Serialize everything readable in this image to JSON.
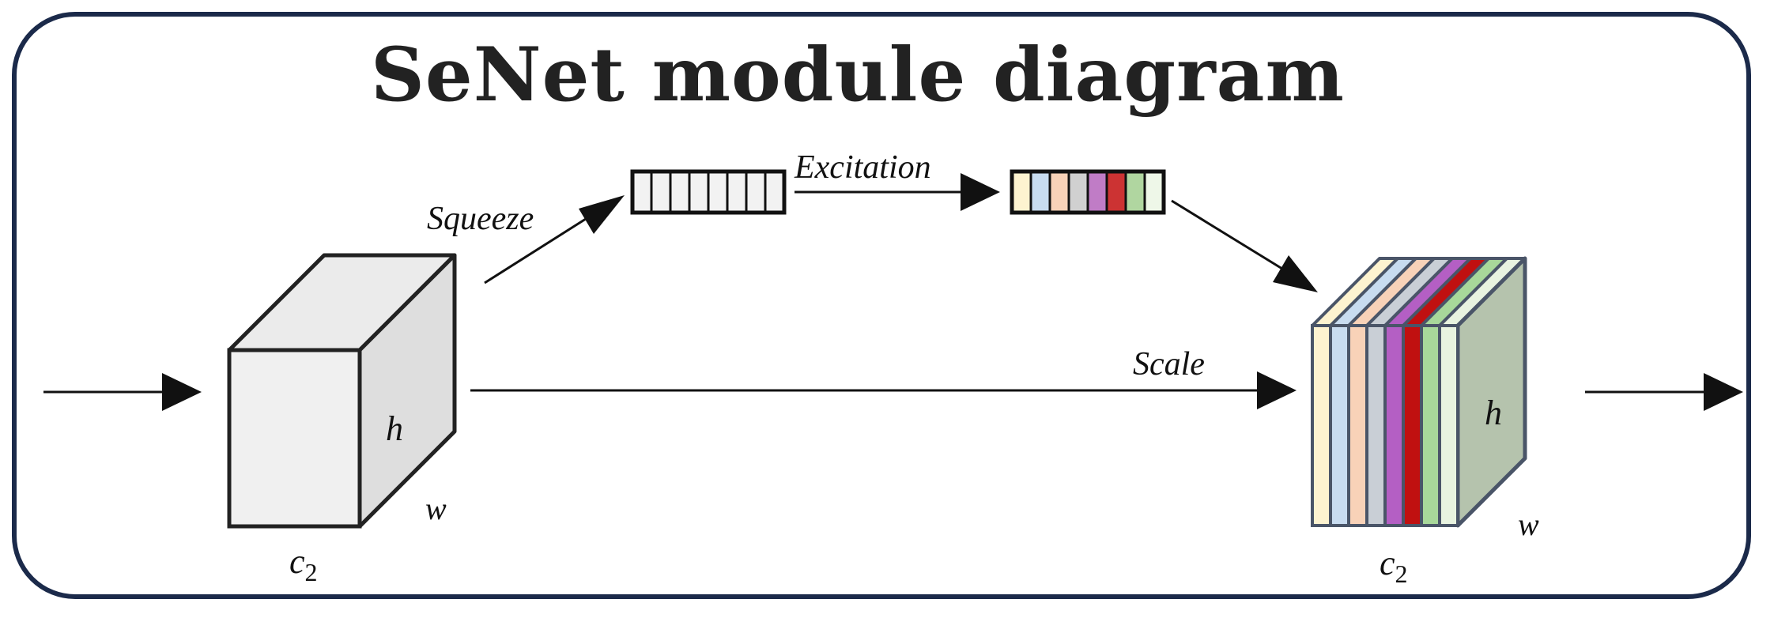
{
  "title": "SeNet module diagram",
  "labels": {
    "squeeze": "Squeeze",
    "excitation": "Excitation",
    "scale": "Scale",
    "input_h": "h",
    "input_w": "w",
    "input_c": "c",
    "input_c_sub": "2",
    "output_h": "h",
    "output_w": "w",
    "output_c": "c",
    "output_c_sub": "2"
  },
  "colors": {
    "frame": "#1b2a4a",
    "squeeze_cells": "#f2f2f2",
    "excitation_cells": [
      "#fdf3d0",
      "#c8dcf0",
      "#f8d2b8",
      "#d0d0d0",
      "#c07cc6",
      "#cc3333",
      "#b0d6a0",
      "#eef7e8"
    ],
    "output_slices": [
      "#fdf3d0",
      "#c8dcf0",
      "#f8d2b8",
      "#c9cfd6",
      "#b45fc4",
      "#c01010",
      "#a8d89a",
      "#e8f3e0"
    ]
  }
}
